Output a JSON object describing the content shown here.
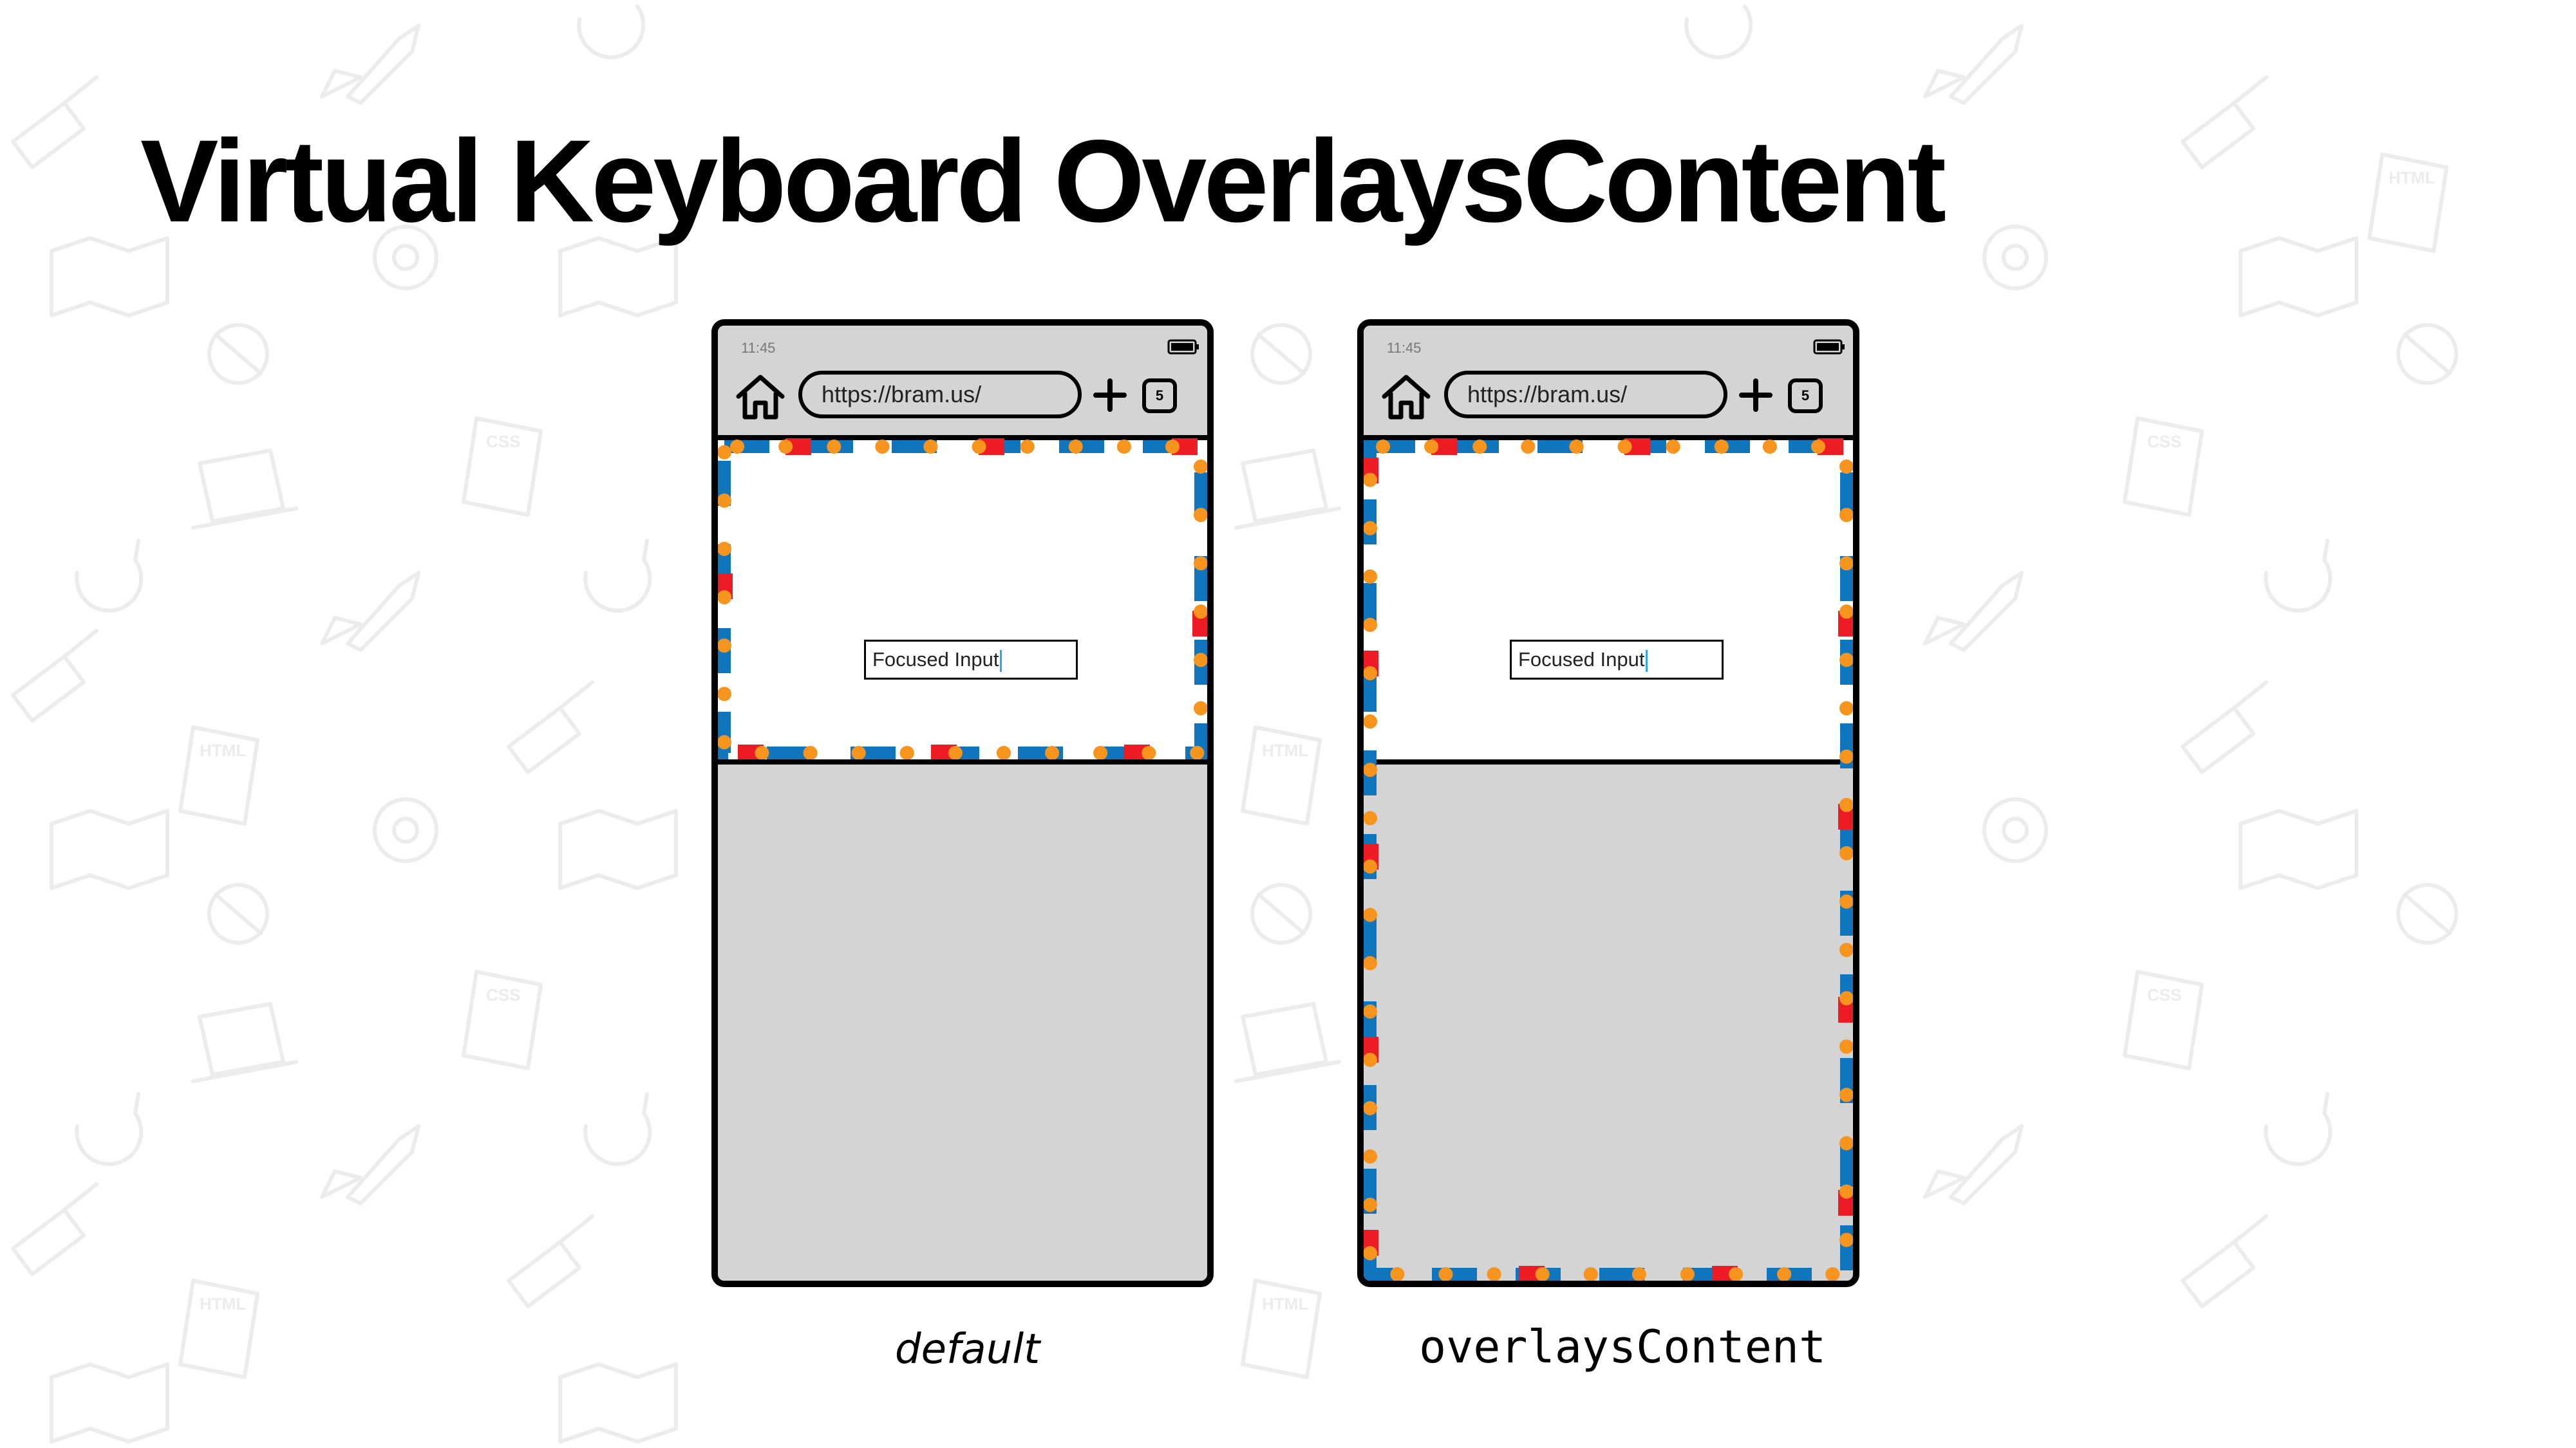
{
  "title": "Virtual Keyboard OverlaysContent",
  "colors": {
    "viewport_blue": "#0f75bc",
    "viewport_orange": "#f7941d",
    "viewport_red": "#ed1c24",
    "chrome_gray": "#d4d4d4",
    "text": "#000000"
  },
  "phones": [
    {
      "id": "default",
      "status_time": "11:45",
      "url": "https://bram.us/",
      "tab_count": "5",
      "input_text": "Focused Input",
      "caption": "default",
      "icons": [
        "home-icon",
        "plus-icon",
        "battery-icon"
      ]
    },
    {
      "id": "overlays",
      "status_time": "11:45",
      "url": "https://bram.us/",
      "tab_count": "5",
      "input_text": "Focused Input",
      "caption": "overlaysContent",
      "icons": [
        "home-icon",
        "plus-icon",
        "battery-icon"
      ]
    }
  ]
}
